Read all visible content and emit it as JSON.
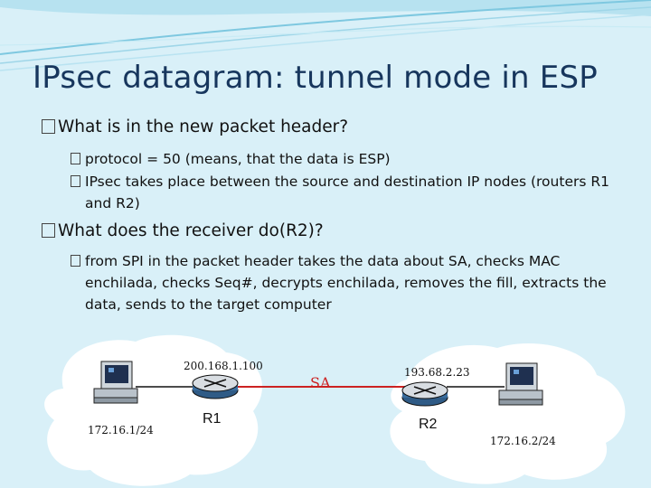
{
  "title": "IPsec datagram: tunnel mode in ESP",
  "bullets": [
    {
      "text": "What is in the new packet header?",
      "sub": [
        "protocol = 50 (means, that the data is ESP)",
        "IPsec takes place between the source and destination IP nodes (routers R1 and R2)"
      ]
    },
    {
      "text": "What does the receiver do(R2)?",
      "sub": [
        "from SPI in the packet header takes the data about  SA, checks MAC enchilada, checks Seq#, decrypts enchilada, removes the fill, extracts the data, sends to the target computer"
      ]
    }
  ],
  "diagram": {
    "host_left_ip": "172.16.1/24",
    "host_right_ip": "172.16.2/24",
    "r1_ip": "200.168.1.100",
    "r1_label": "R1",
    "r2_ip": "193.68.2.23",
    "r2_label": "R2",
    "sa_label": "SA",
    "icons": [
      "computer-icon",
      "router-icon"
    ],
    "colors": {
      "title": "#17365d",
      "sa_line": "#cc2222",
      "background": "#d9f0f8",
      "cloud": "#ffffff"
    }
  }
}
